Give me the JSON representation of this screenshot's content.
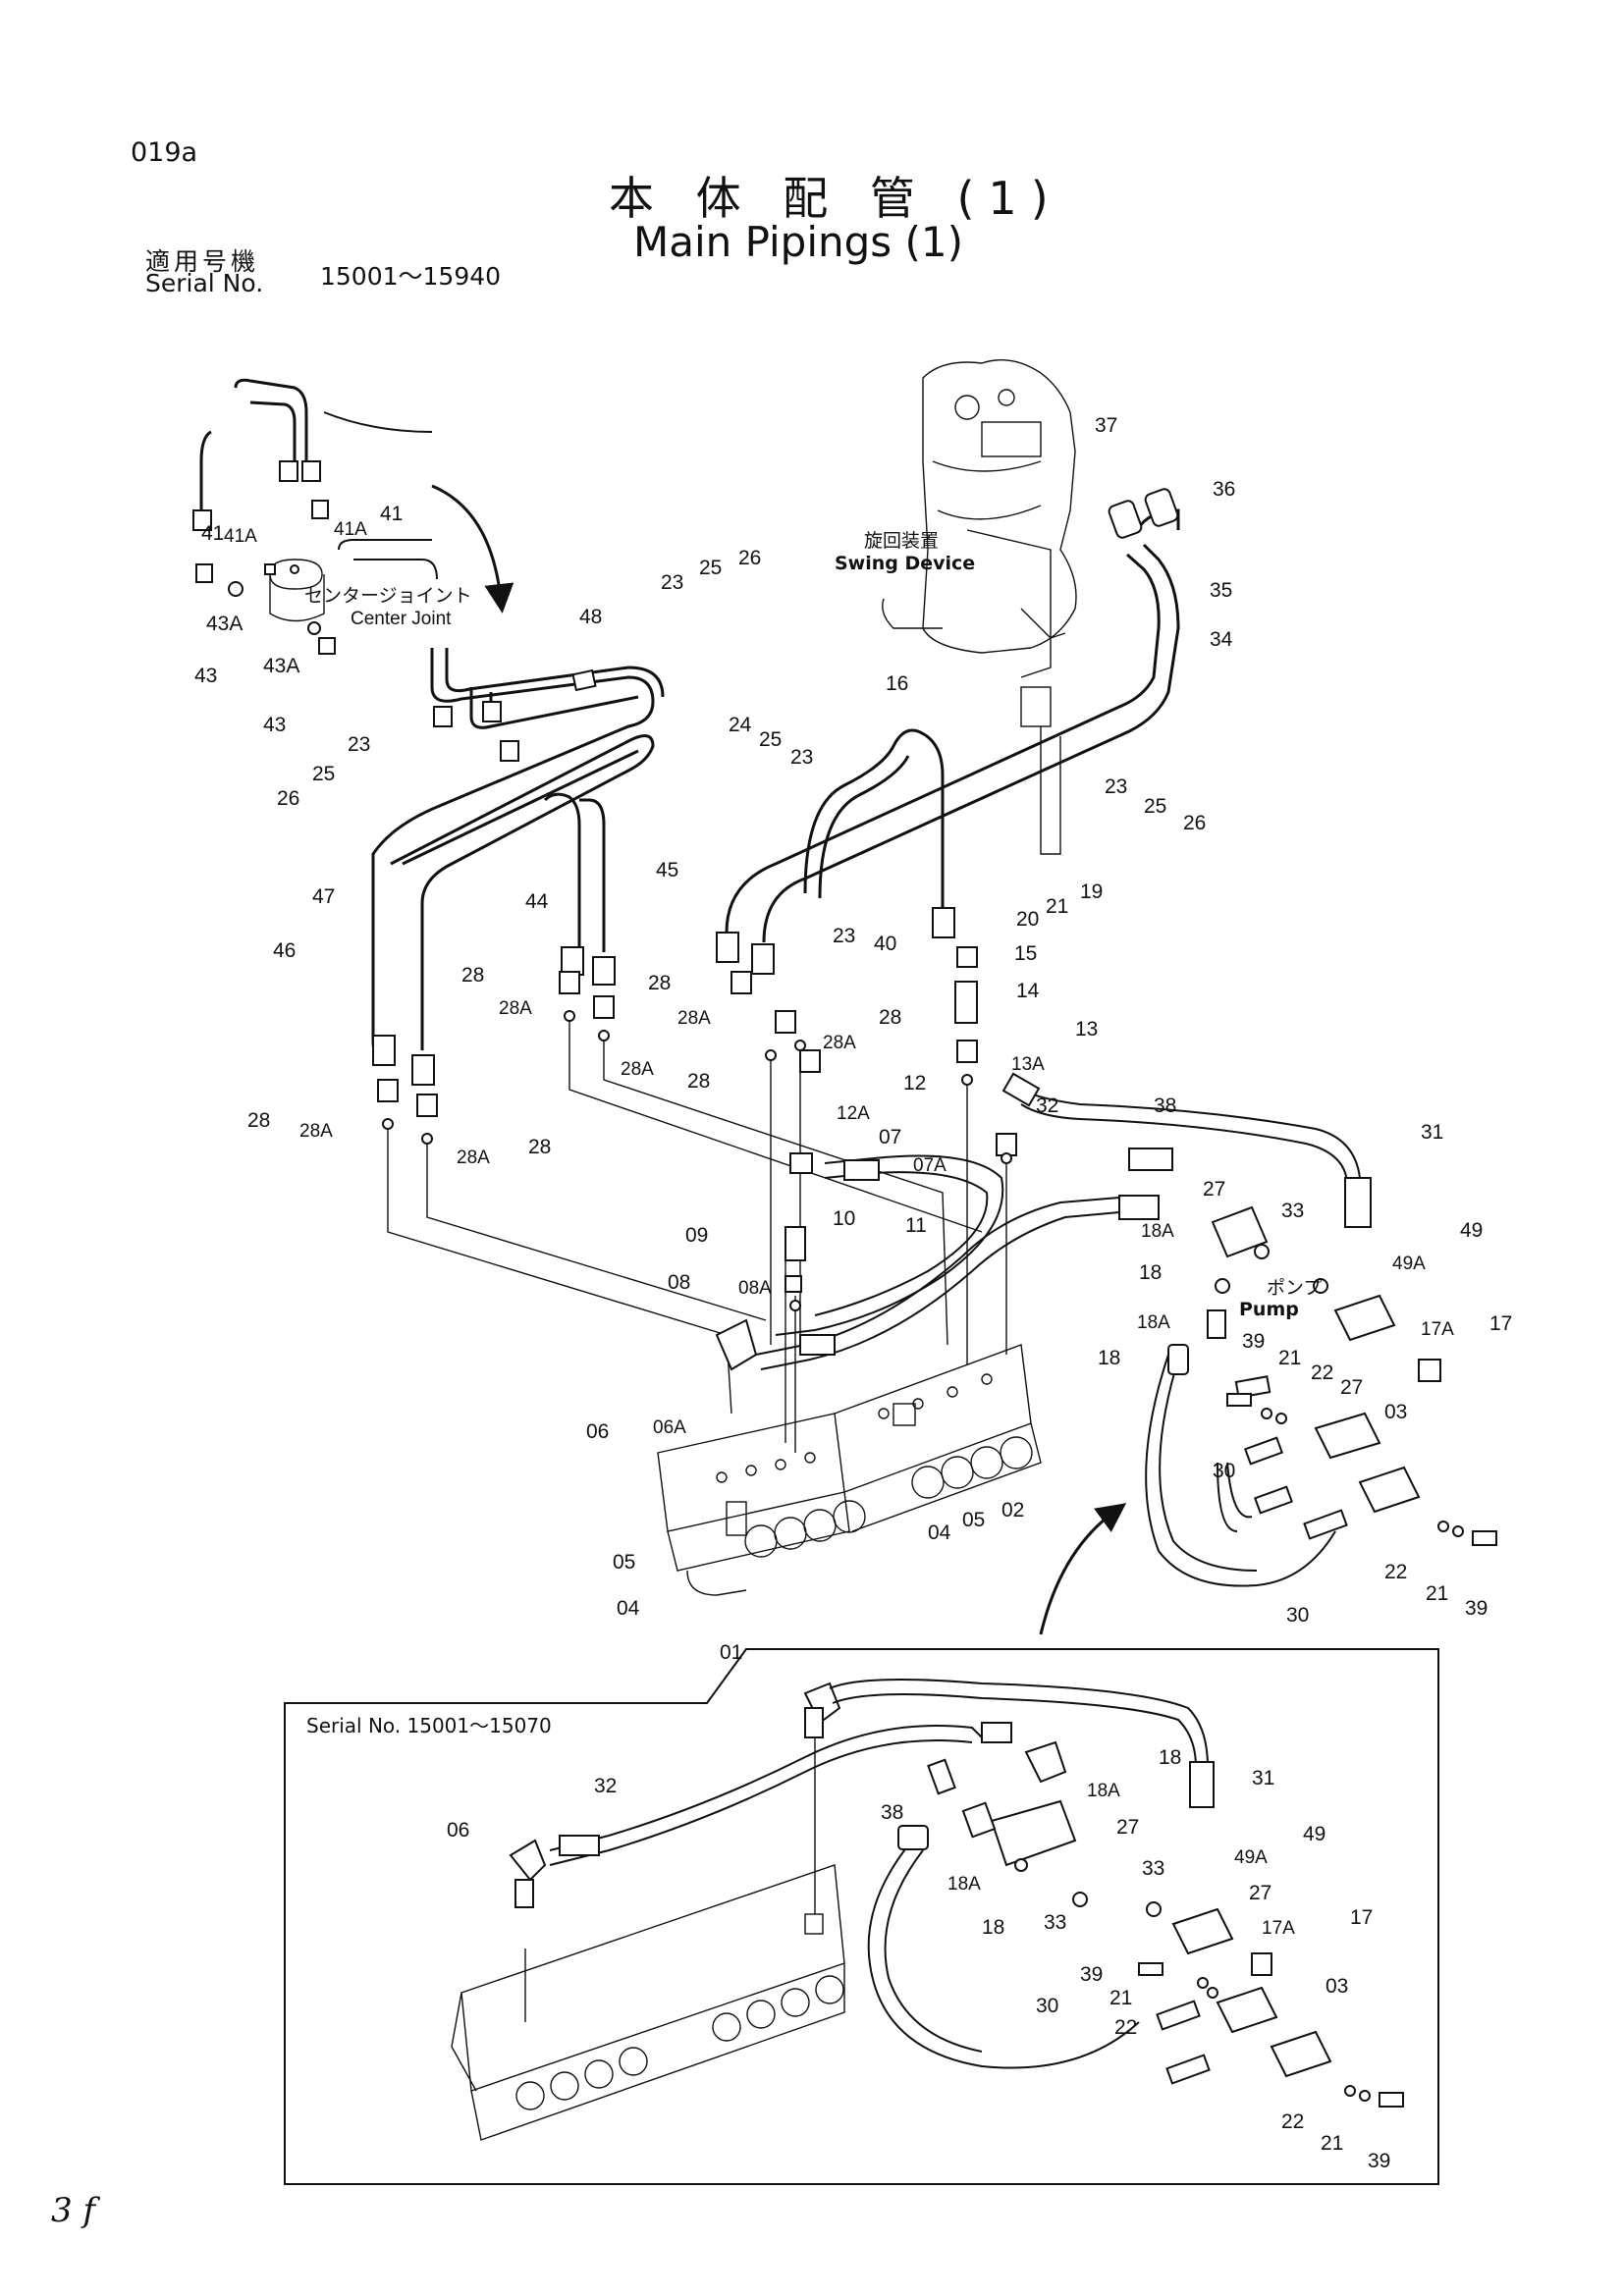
{
  "page_code": "019a",
  "title_jp": "本 体 配 管 (1)",
  "title_en": "Main Pipings (1)",
  "serial_label_jp": "適用号機",
  "serial_label_en": "Serial No.",
  "serial_range": "15001～15940",
  "inset_serial": "Serial No.   15001～15070",
  "handwritten_note": "3 f",
  "callouts": {
    "swing_device_jp": "旋回装置",
    "swing_device_en": "Swing Device",
    "center_joint_jp": "センタージョイント",
    "center_joint_en": "Center Joint",
    "pump_jp": "ポンプ",
    "pump_en": "Pump"
  },
  "labels": {
    "p01": "01",
    "p02": "02",
    "p03": "03",
    "p04": "04",
    "p04b": "04",
    "p05": "05",
    "p05b": "05",
    "p06": "06",
    "p06a": "06A",
    "p07": "07",
    "p07a": "07A",
    "p08": "08",
    "p08a": "08A",
    "p09": "09",
    "p10": "10",
    "p11": "11",
    "p12": "12",
    "p12a": "12A",
    "p13": "13",
    "p13a": "13A",
    "p14": "14",
    "p15": "15",
    "p16": "16",
    "p17": "17",
    "p17a": "17A",
    "p18": "18",
    "p18a": "18A",
    "p18b": "18",
    "p18ab": "18A",
    "p19": "19",
    "p20": "20",
    "p21": "21",
    "p21b": "21",
    "p21c": "21",
    "p22": "22",
    "p22b": "22",
    "p23a": "23",
    "p23b": "23",
    "p23c": "23",
    "p23d": "23",
    "p23e": "23",
    "p24": "24",
    "p25a": "25",
    "p25b": "25",
    "p25c": "25",
    "p25d": "25",
    "p26a": "26",
    "p26b": "26",
    "p26c": "26",
    "p27a": "27",
    "p27b": "27",
    "p28a": "28",
    "p28b": "28",
    "p28c": "28",
    "p28d": "28",
    "p28e": "28",
    "p28f": "28",
    "p28Aa": "28A",
    "p28Ab": "28A",
    "p28Ac": "28A",
    "p28Ad": "28A",
    "p28Ae": "28A",
    "p28Af": "28A",
    "p30a": "30",
    "p30b": "30",
    "p31": "31",
    "p32": "32",
    "p33": "33",
    "p34": "34",
    "p35": "35",
    "p36": "36",
    "p37": "37",
    "p38": "38",
    "p39a": "39",
    "p39b": "39",
    "p40": "40",
    "p41": "41",
    "p41b": "41",
    "p41A": "41A",
    "p41Ab": "41A",
    "p43a": "43",
    "p43b": "43",
    "p43Aa": "43A",
    "p43Ab": "43A",
    "p44": "44",
    "p45": "45",
    "p46": "46",
    "p47": "47",
    "p48": "48",
    "p49": "49",
    "p49a": "49A"
  },
  "inset_labels": {
    "i06": "06",
    "i32": "32",
    "i38": "38",
    "i18": "18",
    "i18a": "18A",
    "i18b": "18",
    "i18ab": "18A",
    "i27a": "27",
    "i27b": "27",
    "i31": "31",
    "i49": "49",
    "i49a": "49A",
    "i33a": "33",
    "i33b": "33",
    "i17": "17",
    "i17a": "17A",
    "i39a": "39",
    "i39b": "39",
    "i21a": "21",
    "i21b": "21",
    "i22a": "22",
    "i22b": "22",
    "i30": "30",
    "i03": "03"
  }
}
